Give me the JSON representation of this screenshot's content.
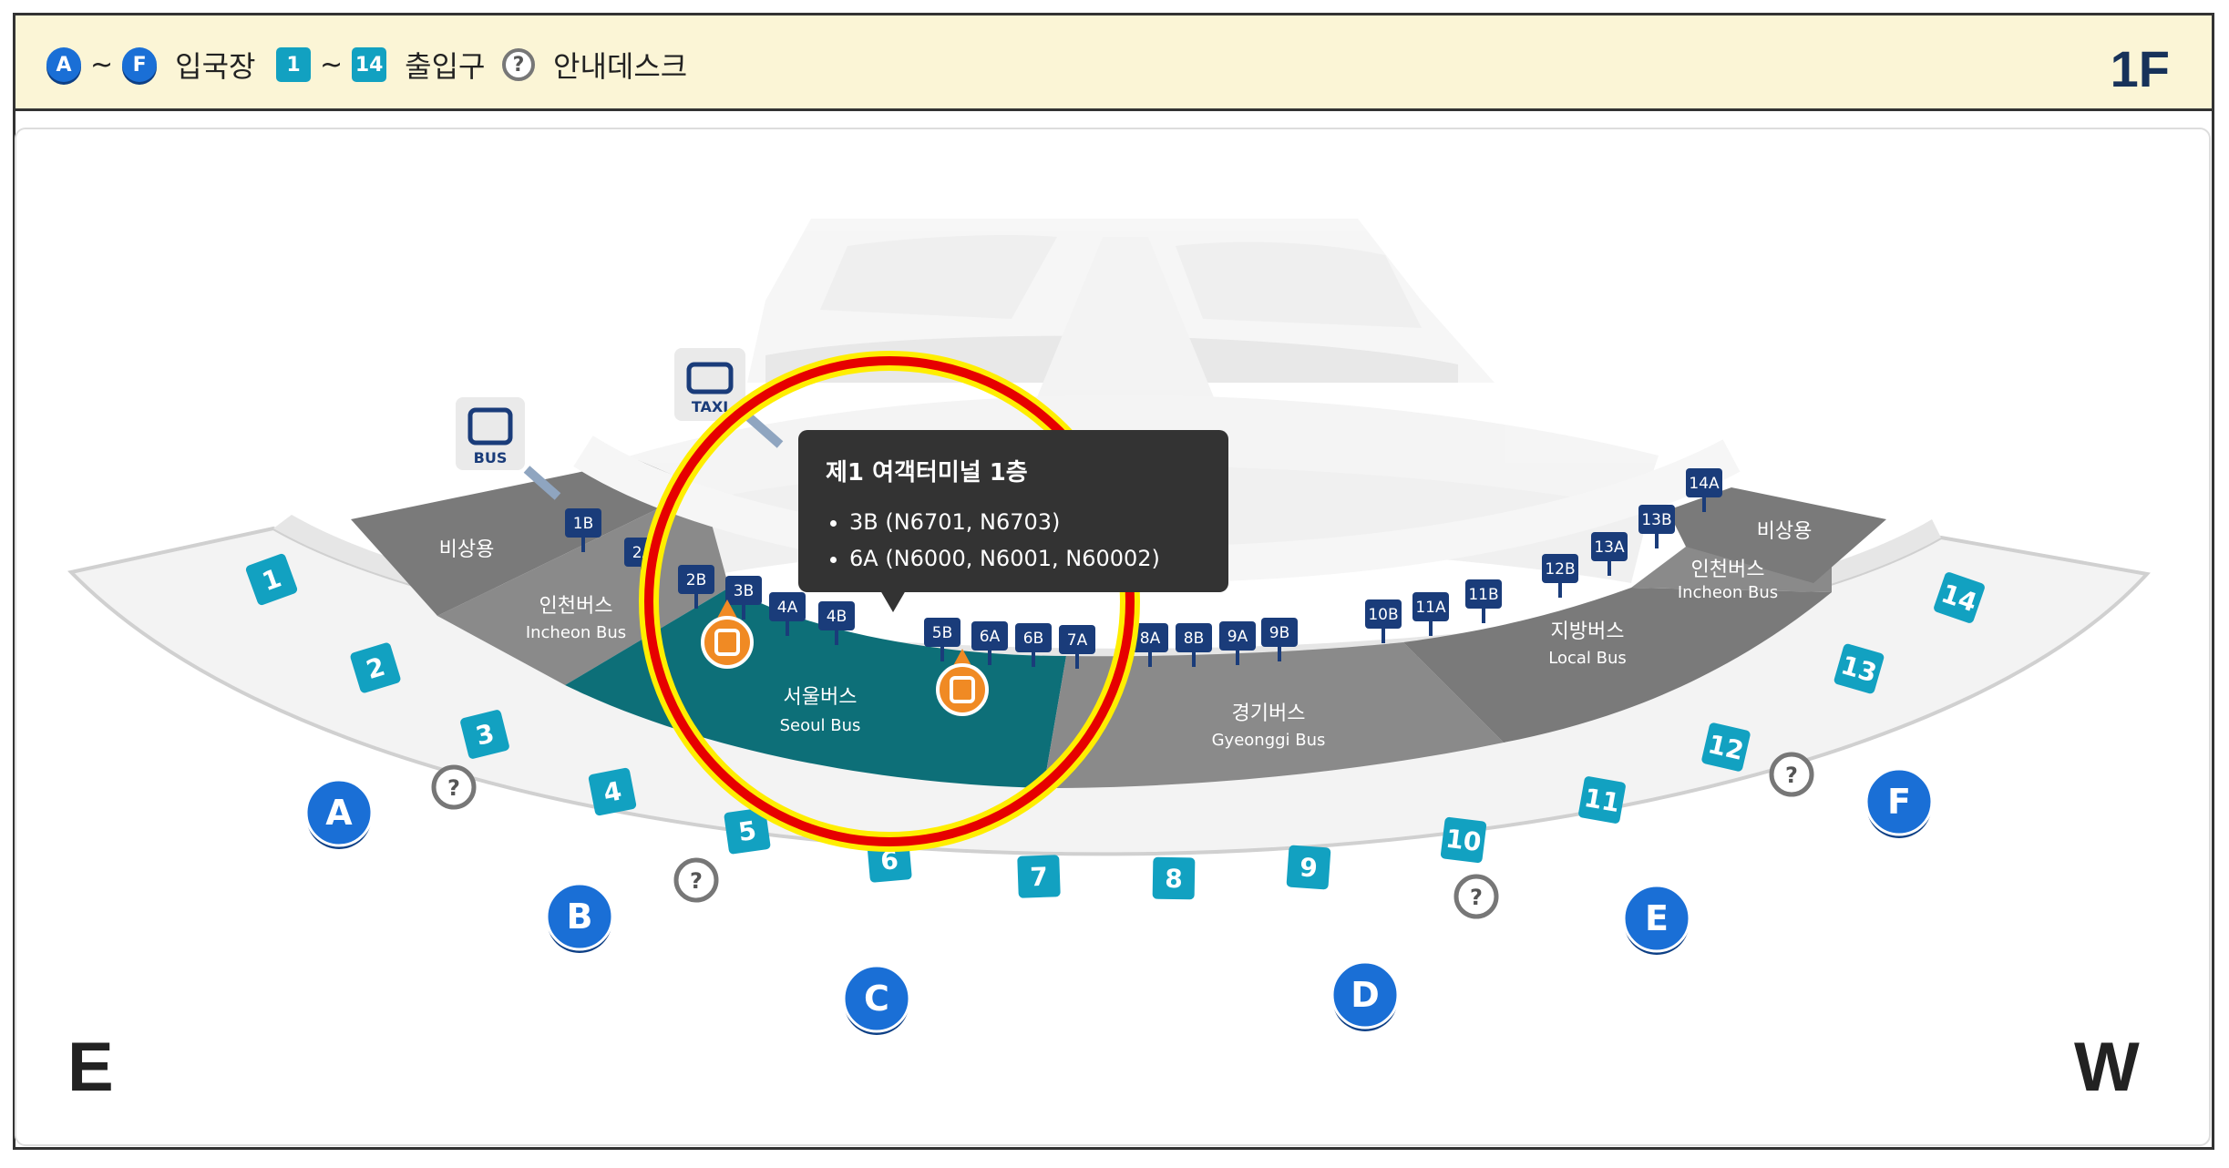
{
  "legend": {
    "gate_start": "A",
    "gate_end": "F",
    "gate_label": "입국장",
    "exit_start": "1",
    "exit_end": "14",
    "exit_label": "출입구",
    "help_symbol": "?",
    "help_label": "안내데스크",
    "tilde": "~"
  },
  "floor": "1F",
  "compass": {
    "left": "E",
    "right": "W"
  },
  "transport_icons": {
    "bus": "BUS",
    "taxi": "TAXI"
  },
  "zones": {
    "emergency_left": "비상용",
    "emergency_right": "비상용",
    "incheon_left_ko": "인천버스",
    "incheon_left_en": "Incheon Bus",
    "seoul_ko": "서울버스",
    "seoul_en": "Seoul Bus",
    "gyeonggi_ko": "경기버스",
    "gyeonggi_en": "Gyeonggi Bus",
    "local_ko": "지방버스",
    "local_en": "Local Bus",
    "incheon_right_ko": "인천버스",
    "incheon_right_en": "Incheon Bus"
  },
  "stops": [
    "1B",
    "2A",
    "2B",
    "3B",
    "4A",
    "4B",
    "5B",
    "6A",
    "6B",
    "7A",
    "8A",
    "8B",
    "9A",
    "9B",
    "10B",
    "11A",
    "11B",
    "12B",
    "13A",
    "13B",
    "14A"
  ],
  "exits": [
    "1",
    "2",
    "3",
    "4",
    "5",
    "6",
    "7",
    "8",
    "9",
    "10",
    "11",
    "12",
    "13",
    "14"
  ],
  "gates": [
    "A",
    "B",
    "C",
    "D",
    "E",
    "F"
  ],
  "tooltip": {
    "title": "제1 여객터미널 1층",
    "items": [
      "3B (N6701, N6703)",
      "6A (N6000, N6001, N60002)"
    ]
  },
  "colors": {
    "legend_bg": "#fbf5d6",
    "gate_blue": "#1a6fd6",
    "exit_teal": "#12a1c1",
    "seoul_zone": "#0d6f78",
    "zone_gray": "#7a7a7a",
    "stop_navy": "#1a3c7a",
    "highlight_red": "#e60000",
    "highlight_yellow": "#ffee00",
    "marker_orange": "#f08a24"
  },
  "icons": {
    "bus_stop_marker": "bus-marker-icon",
    "help": "help-desk-icon",
    "bus": "bus-icon",
    "taxi": "taxi-icon"
  }
}
